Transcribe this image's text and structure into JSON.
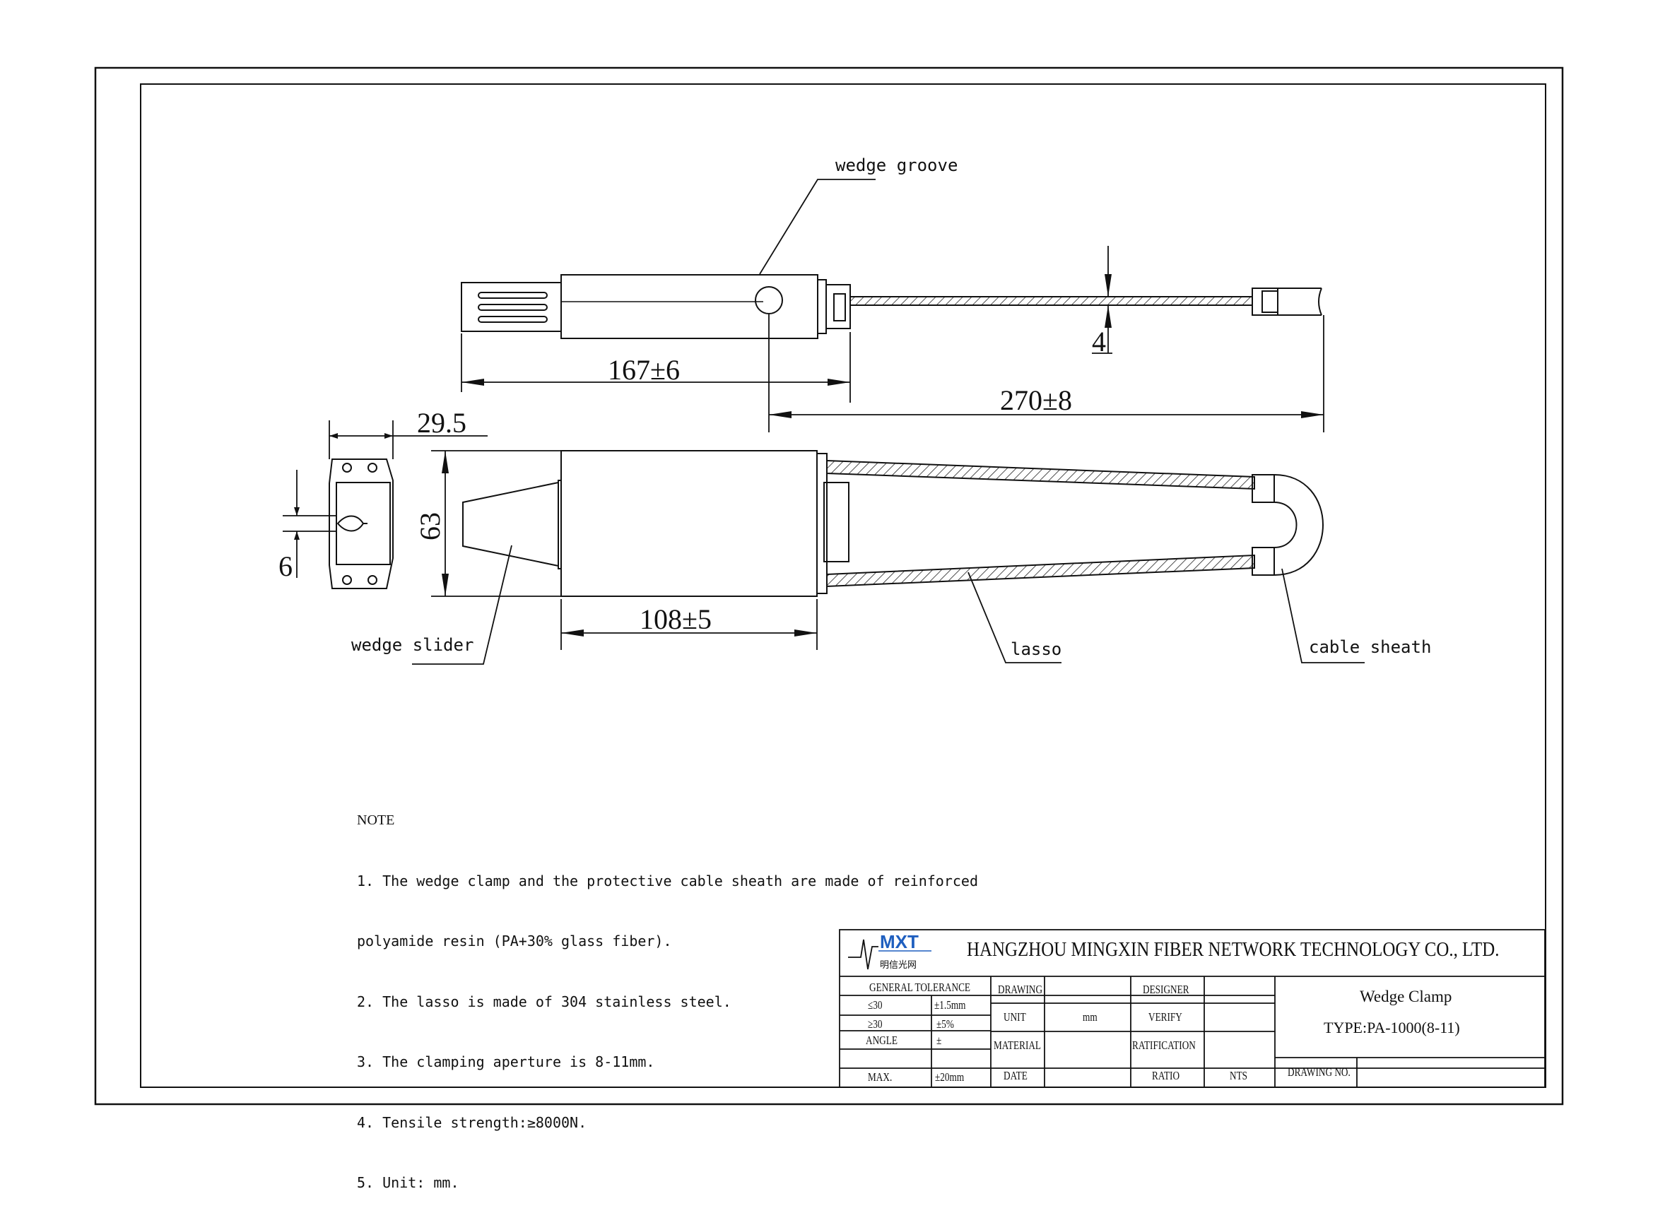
{
  "callouts": {
    "wedge_groove": "wedge groove",
    "wedge_slider": "wedge slider",
    "lasso": "lasso",
    "cable_sheath": "cable sheath"
  },
  "dimensions": {
    "length_167": "167±6",
    "length_270": "270±8",
    "diameter_4": "4",
    "width_29_5": "29.5",
    "height_63": "63",
    "length_108": "108±5",
    "aperture_6": "6"
  },
  "notes": {
    "title": "NOTE",
    "lines": [
      "1. The wedge clamp and the protective cable sheath are made of reinforced",
      "polyamide resin (PA+30% glass fiber).",
      "2. The lasso is made of 304 stainless steel.",
      "3. The clamping aperture is 8-11mm.",
      "4. Tensile strength:≥8000N.",
      "5. Unit: mm."
    ]
  },
  "title_block": {
    "logo_text": "MXT",
    "logo_subtext": "明信光网",
    "company": "HANGZHOU MINGXIN FIBER NETWORK TECHNOLOGY CO., LTD.",
    "general_tolerance": "GENERAL TOLERANCE",
    "tol_rows": [
      {
        "label": "≤30",
        "value": "±1.5mm"
      },
      {
        "label": "≥30",
        "value": "±5%"
      },
      {
        "label": "ANGLE",
        "value": "±"
      },
      {
        "label": "MAX.",
        "value": "±20mm"
      }
    ],
    "drawing_label": "DRAWING",
    "unit_label": "UNIT",
    "unit_value": "mm",
    "material_label": "MATERIAL",
    "date_label": "DATE",
    "designer_label": "DESIGNER",
    "verify_label": "VERIFY",
    "ratification_label": "RATIFICATION",
    "ratio_label": "RATIO",
    "ratio_value": "NTS",
    "product_name": "Wedge Clamp",
    "product_type": "TYPE:PA-1000(8-11)",
    "drawing_no_label": "DRAWING NO."
  }
}
